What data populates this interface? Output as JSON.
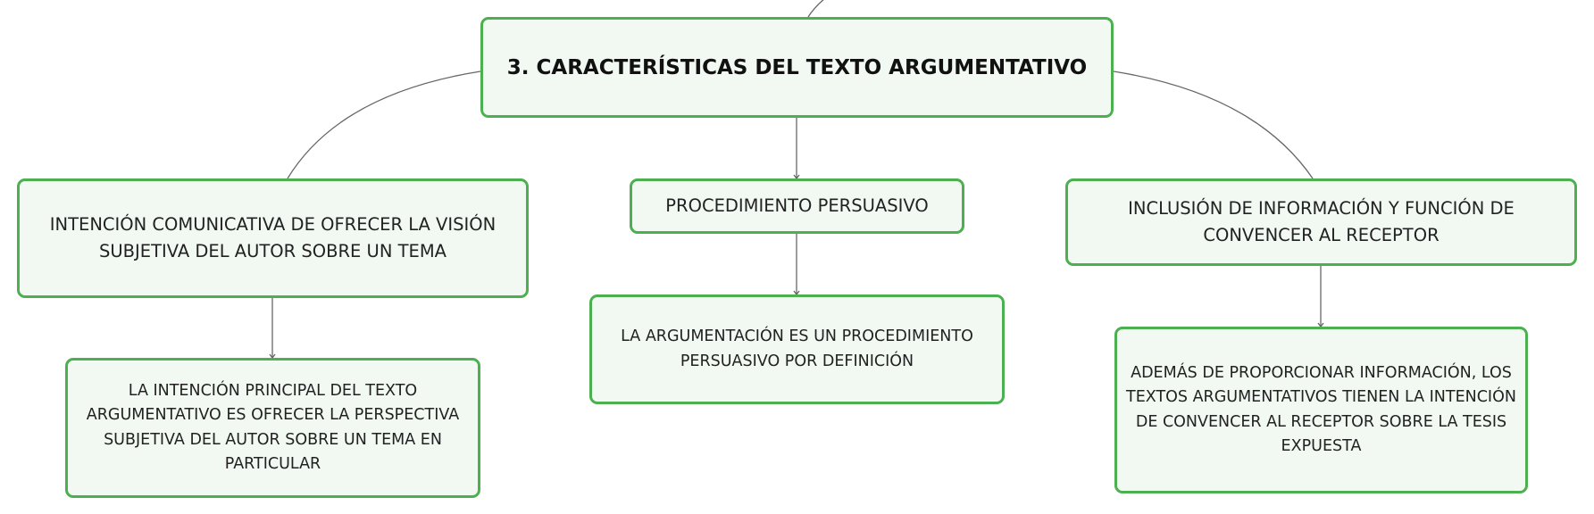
{
  "diagram": {
    "root": {
      "text": "3. CARACTERÍSTICAS DEL TEXTO ARGUMENTATIVO"
    },
    "branches": [
      {
        "text": "INTENCIÓN COMUNICATIVA DE OFRECER LA VISIÓN SUBJETIVA DEL AUTOR SOBRE UN TEMA",
        "child": "LA INTENCIÓN PRINCIPAL DEL TEXTO ARGUMENTATIVO ES OFRECER LA PERSPECTIVA SUBJETIVA DEL AUTOR SOBRE UN TEMA EN PARTICULAR"
      },
      {
        "text": "PROCEDIMIENTO PERSUASIVO",
        "child": "LA ARGUMENTACIÓN ES UN PROCEDIMIENTO PERSUASIVO POR DEFINICIÓN"
      },
      {
        "text": "INCLUSIÓN DE INFORMACIÓN Y FUNCIÓN DE CONVENCER AL RECEPTOR",
        "child": "ADEMÁS DE PROPORCIONAR INFORMACIÓN, LOS TEXTOS ARGUMENTATIVOS TIENEN LA INTENCIÓN DE CONVENCER AL RECEPTOR SOBRE LA TESIS EXPUESTA"
      }
    ]
  },
  "colors": {
    "node_border": "#4caf50",
    "node_fill": "#f1f9f2",
    "connector": "#666666"
  }
}
